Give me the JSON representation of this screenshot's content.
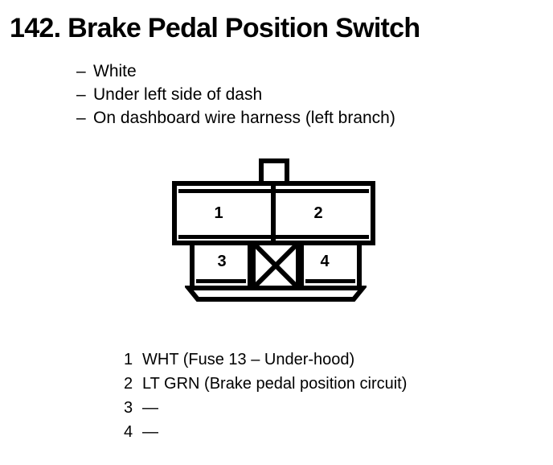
{
  "heading": {
    "number": "142.",
    "title": "Brake Pedal Position Switch",
    "full": "142. Brake Pedal Position Switch"
  },
  "attributes": {
    "marker": "–",
    "items": [
      {
        "text": "White"
      },
      {
        "text": "Under left side of dash"
      },
      {
        "text": "On dashboard wire harness (left branch)"
      }
    ]
  },
  "connector": {
    "cavity_labels": {
      "one": "1",
      "two": "2",
      "three": "3",
      "four": "4"
    },
    "blocked_cavity_marker": "X",
    "latch_tab": "latch-tab",
    "outline_color": "#000000",
    "fill_color": "#ffffff"
  },
  "pin_legend": {
    "rows": [
      {
        "pin": "1",
        "description": "WHT (Fuse 13 – Under-hood)"
      },
      {
        "pin": "2",
        "description": "LT GRN (Brake pedal position circuit)"
      },
      {
        "pin": "3",
        "description": "—"
      },
      {
        "pin": "4",
        "description": "—"
      }
    ]
  }
}
